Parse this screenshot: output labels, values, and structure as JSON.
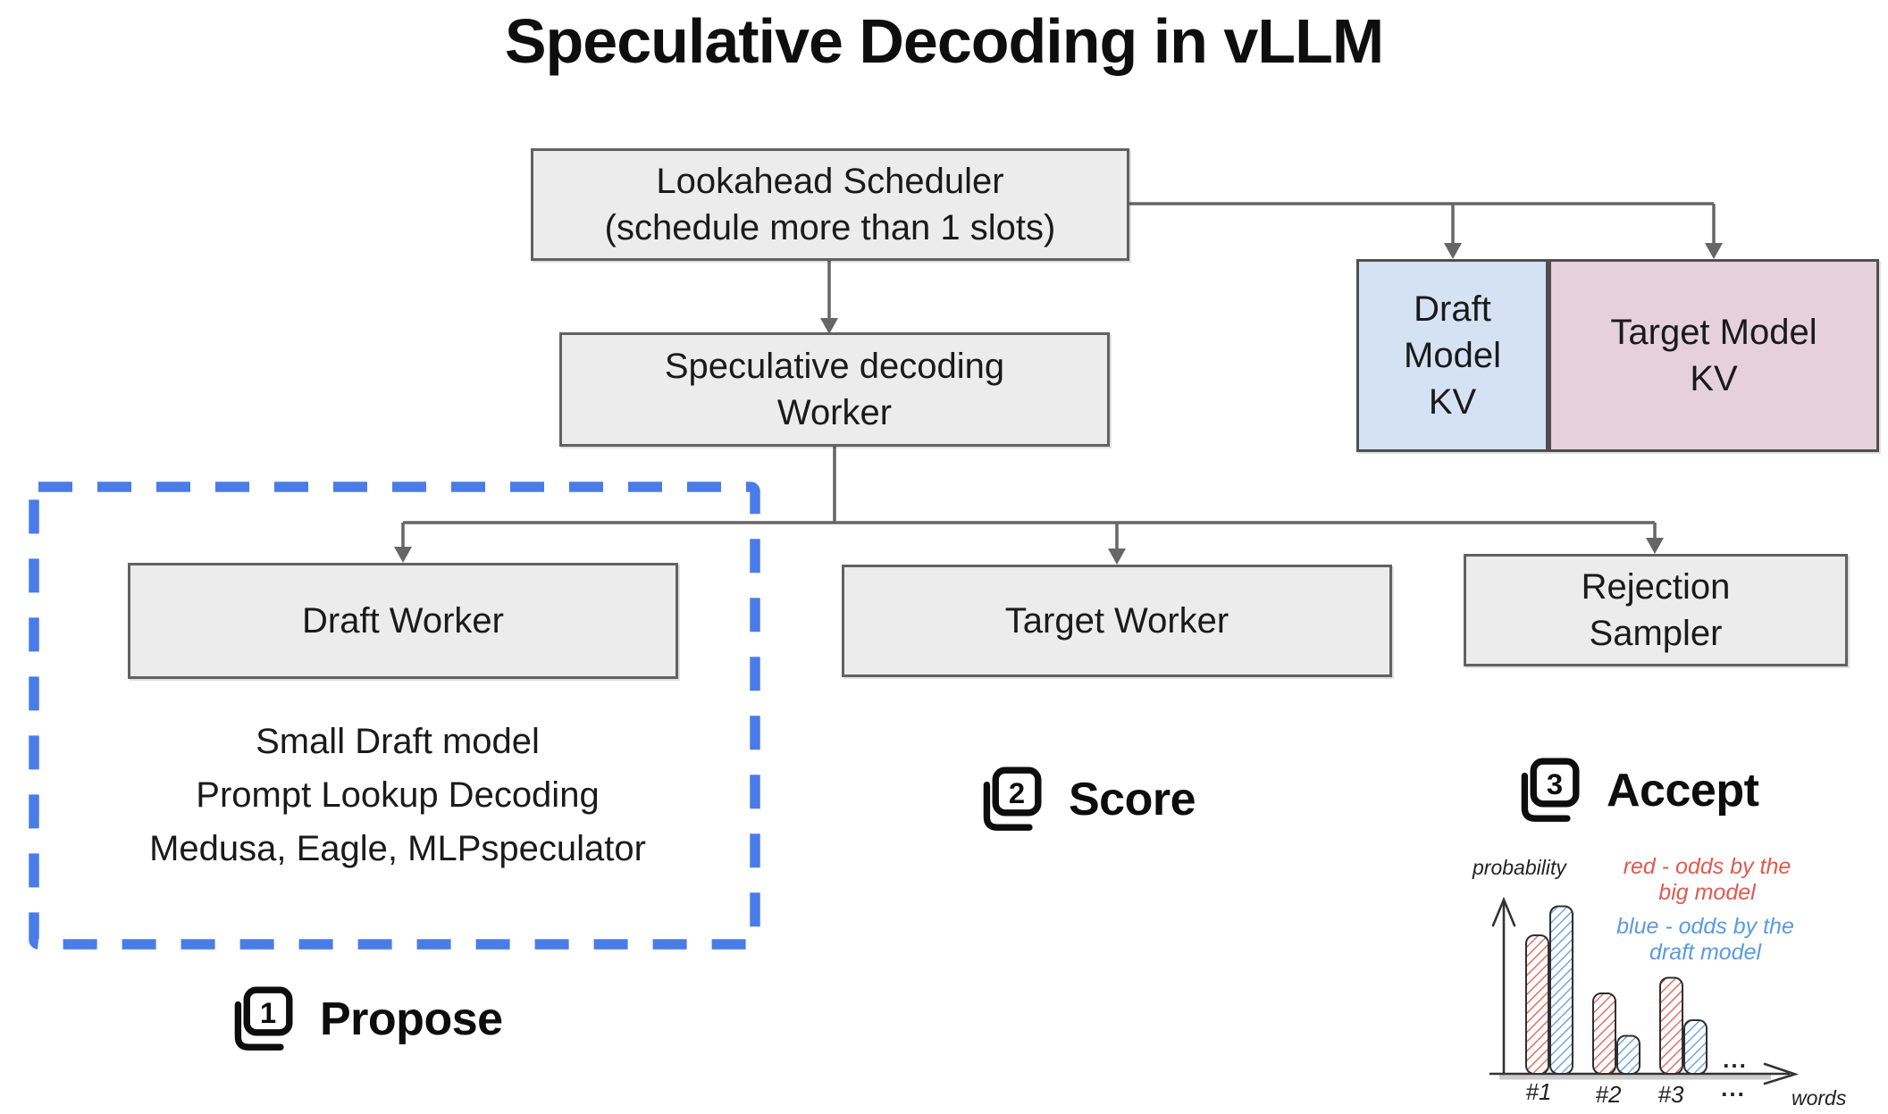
{
  "title": "Speculative Decoding in vLLM",
  "nodes": {
    "lookahead_scheduler": {
      "label": "Lookahead Scheduler\n(schedule more than 1 slots)"
    },
    "spec_worker": {
      "label": "Speculative decoding\nWorker"
    },
    "draft_kv": {
      "label": "Draft\nModel\nKV",
      "fill": "#d4e2f4"
    },
    "target_kv": {
      "label": "Target Model\nKV",
      "fill": "#e6d1db"
    },
    "draft_worker": {
      "label": "Draft Worker"
    },
    "target_worker": {
      "label": "Target Worker"
    },
    "rejection_sampler": {
      "label": "Rejection\nSampler"
    }
  },
  "draft_worker_notes": "Small Draft model\nPrompt Lookup Decoding\nMedusa, Eagle, MLPspeculator",
  "steps": [
    {
      "number": "1",
      "label": "Propose"
    },
    {
      "number": "2",
      "label": "Score"
    },
    {
      "number": "3",
      "label": "Accept"
    }
  ],
  "colors": {
    "node_fill": "#ececec",
    "node_border": "#616161",
    "connector": "#666666",
    "dashed_group_border": "#4a7ce8",
    "draft_kv_fill": "#d4e2f4",
    "target_kv_fill": "#e6d1db"
  },
  "chart_data": {
    "type": "bar",
    "title": "",
    "xlabel": "words",
    "ylabel": "probability",
    "categories": [
      "#1",
      "#2",
      "#3"
    ],
    "series": [
      {
        "name": "red - odds by the big model",
        "color": "#e05a4f",
        "values": [
          0.62,
          0.36,
          0.43
        ]
      },
      {
        "name": "blue - odds by the draft model",
        "color": "#5b9ae0",
        "values": [
          0.75,
          0.17,
          0.24
        ]
      }
    ],
    "legend": {
      "red": "red - odds by the\nbig model",
      "blue": "blue - odds by the\ndraft model"
    },
    "annotations": {
      "ellipsis_top": "...",
      "ellipsis_bottom": "..."
    },
    "ylim": [
      0,
      1
    ],
    "grid": false,
    "legend_position": "top-right"
  }
}
